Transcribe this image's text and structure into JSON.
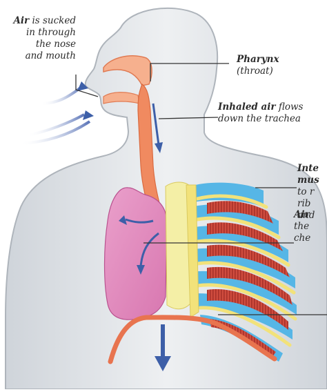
{
  "labels": {
    "mouth": {
      "bold": "Air",
      "lines": [
        " is sucked",
        "in through",
        "the nose",
        "and mouth"
      ]
    },
    "pharynx": {
      "bold": "Pharynx",
      "rest": "(throat)"
    },
    "trachea": {
      "bold": "Inhaled air",
      "line1_rest": " flows",
      "line2": "down the trachea"
    },
    "intercostal": {
      "line1": "Inte",
      "line2": "mus",
      "line3": "to r",
      "line4": "rib",
      "line5": "and"
    },
    "airspace": {
      "line1": "Air",
      "line2": "the",
      "line3": "che"
    }
  },
  "colors": {
    "body_fill": "#dfe3e8",
    "body_edge": "#aeb4bb",
    "airway": "#f08a60",
    "lung": "#e48dbf",
    "rib_bone": "#f2e27a",
    "cartilage": "#56b6e6",
    "muscle": "#c8463a",
    "arrow": "#3d5fa8"
  }
}
